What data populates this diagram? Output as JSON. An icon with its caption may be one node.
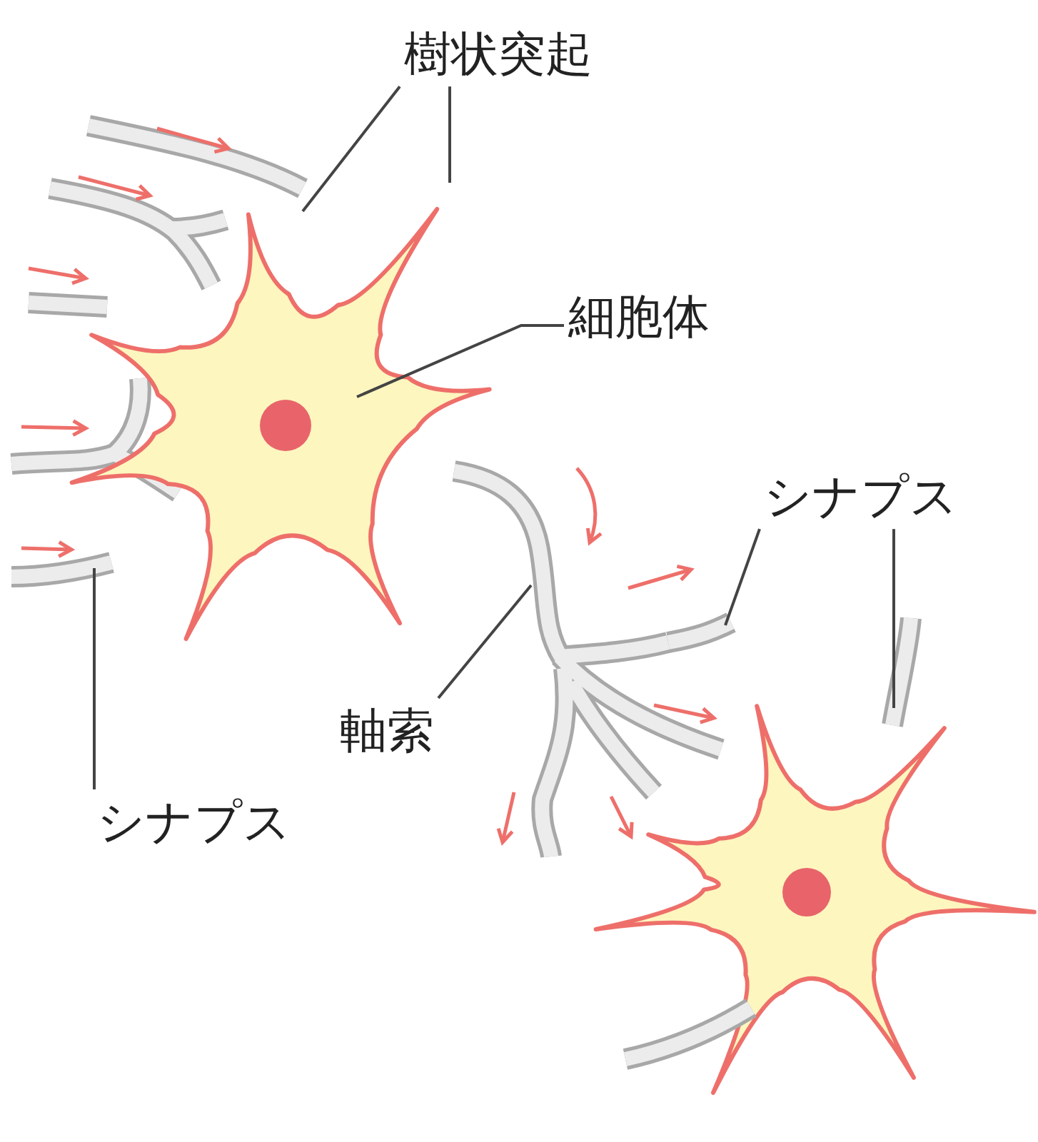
{
  "diagram": {
    "nodes": [
      {
        "text": [
          "樹状突起"
        ]
      },
      {
        "text": [],
        "shape": "picture"
      },
      {
        "text": [],
        "shape": "picture"
      },
      {
        "text": [
          "細胞体"
        ]
      },
      {
        "text": [],
        "shape": "picture"
      },
      {
        "text": [
          "軸索"
        ]
      },
      {
        "text": [],
        "shape": "picture"
      },
      {
        "text": [
          "シナプス"
        ]
      },
      {
        "text": [],
        "shape": "picture"
      },
      {
        "text": [],
        "shape": "picture"
      },
      {
        "text": [
          "シナプス"
        ]
      },
      {
        "text": [],
        "shape": "picture"
      }
    ],
    "edges": [
      {
        "from": 0,
        "to": 1,
        "arrow": "none"
      },
      {
        "from": 0,
        "to": 2,
        "arrow": "none"
      },
      {
        "from": 3,
        "to": 4,
        "arrow": "none"
      },
      {
        "from": 5,
        "to": 6,
        "arrow": "none"
      },
      {
        "from": 7,
        "to": 8,
        "arrow": "none"
      },
      {
        "from": 7,
        "to": 9,
        "arrow": "none"
      },
      {
        "from": 10,
        "to": 11,
        "arrow": "none"
      }
    ]
  }
}
